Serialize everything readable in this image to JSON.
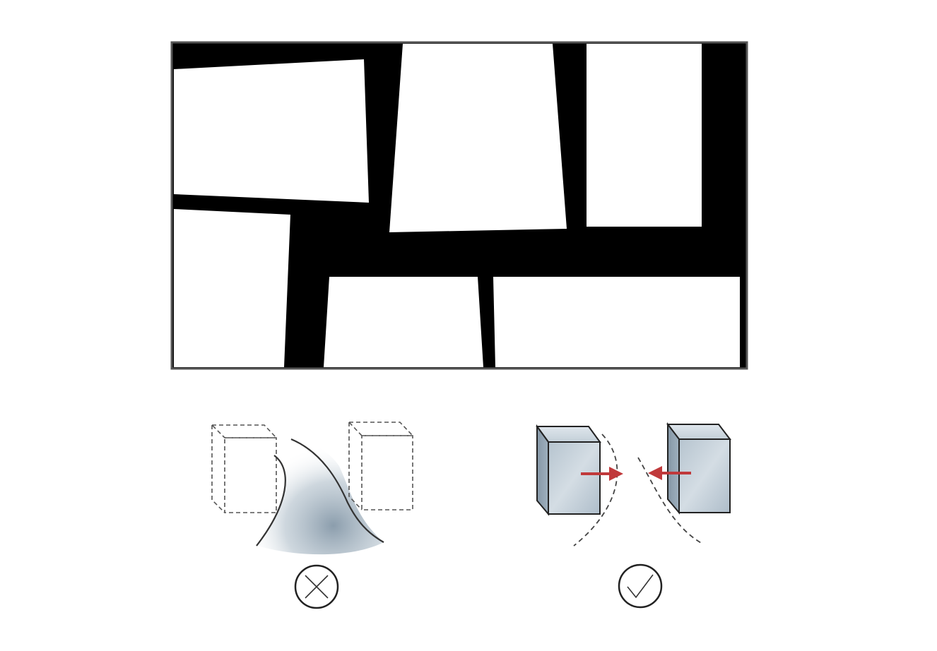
{
  "figure": {
    "panel_layout": {
      "background_color": "#000000",
      "panel_color": "#ffffff",
      "frame_color": "#555555",
      "panel_count": 6
    },
    "examples": [
      {
        "verdict": "incorrect",
        "marker_icon": "cross-circle-icon",
        "box_style": "dashed outline",
        "fill_color": "#7f93a3"
      },
      {
        "verdict": "correct",
        "marker_icon": "check-circle-icon",
        "box_style": "solid shaded",
        "fill_color": "#a9b9c6",
        "arrow_color": "#c0393b"
      }
    ]
  }
}
